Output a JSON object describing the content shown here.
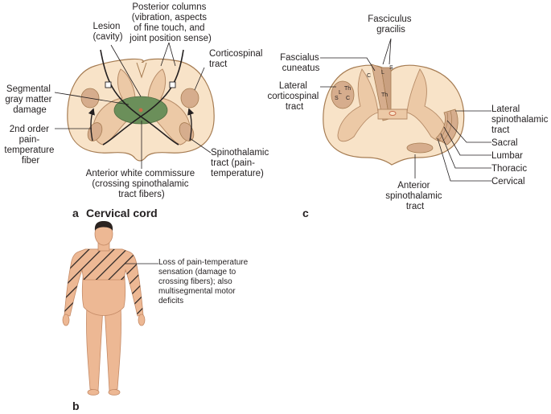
{
  "panel_a": {
    "letter": "a",
    "title": "Cervical cord",
    "labels": {
      "posterior_columns": [
        "Posterior columns",
        "(vibration, aspects",
        "of fine touch, and",
        "joint position sense)"
      ],
      "lesion": [
        "Lesion",
        "(cavity)"
      ],
      "corticospinal": [
        "Corticospinal",
        "tract"
      ],
      "segmental": [
        "Segmental",
        "gray matter",
        "damage"
      ],
      "second_order": [
        "2nd order",
        "pain-",
        "temperature",
        "fiber"
      ],
      "spinothalamic": [
        "Spinothalamic",
        "tract (pain-",
        "temperature)"
      ],
      "anterior_commissure": [
        "Anterior white commissure",
        "(crossing spinothalamic",
        "tract fibers)"
      ]
    }
  },
  "panel_b": {
    "letter": "b",
    "label": [
      "Loss of pain-temperature",
      "sensation (damage to",
      "crossing fibers); also",
      "multisegmental motor",
      "deficits"
    ]
  },
  "panel_c": {
    "letter": "c",
    "labels": {
      "gracilis": [
        "Fasciculus",
        "gracilis"
      ],
      "cuneatus": [
        "Fascialus",
        "cuneatus"
      ],
      "lateral_cst": [
        "Lateral",
        "corticospinal",
        "tract"
      ],
      "lateral_stt": [
        "Lateral",
        "spinothalamic",
        "tract"
      ],
      "sacral": "Sacral",
      "lumbar": "Lumbar",
      "thoracic": "Thoracic",
      "cervical": "Cervical",
      "anterior_stt": [
        "Anterior",
        "spinothalamic",
        "tract"
      ]
    },
    "column_letters": {
      "cuneatus_c": "C",
      "gracilis_l": "L",
      "gracilis_s": "S",
      "posterior_th": "Th",
      "cst_s": "S",
      "cst_l": "L",
      "cst_th": "Th",
      "cst_c": "C"
    }
  },
  "colors": {
    "white_matter": "#f8e3c8",
    "gray_matter": "#ecc9a6",
    "tract": "#d6ad8d",
    "lesion": "#6b8f5a",
    "skin": "#edb894",
    "hatch": "#231f20"
  }
}
